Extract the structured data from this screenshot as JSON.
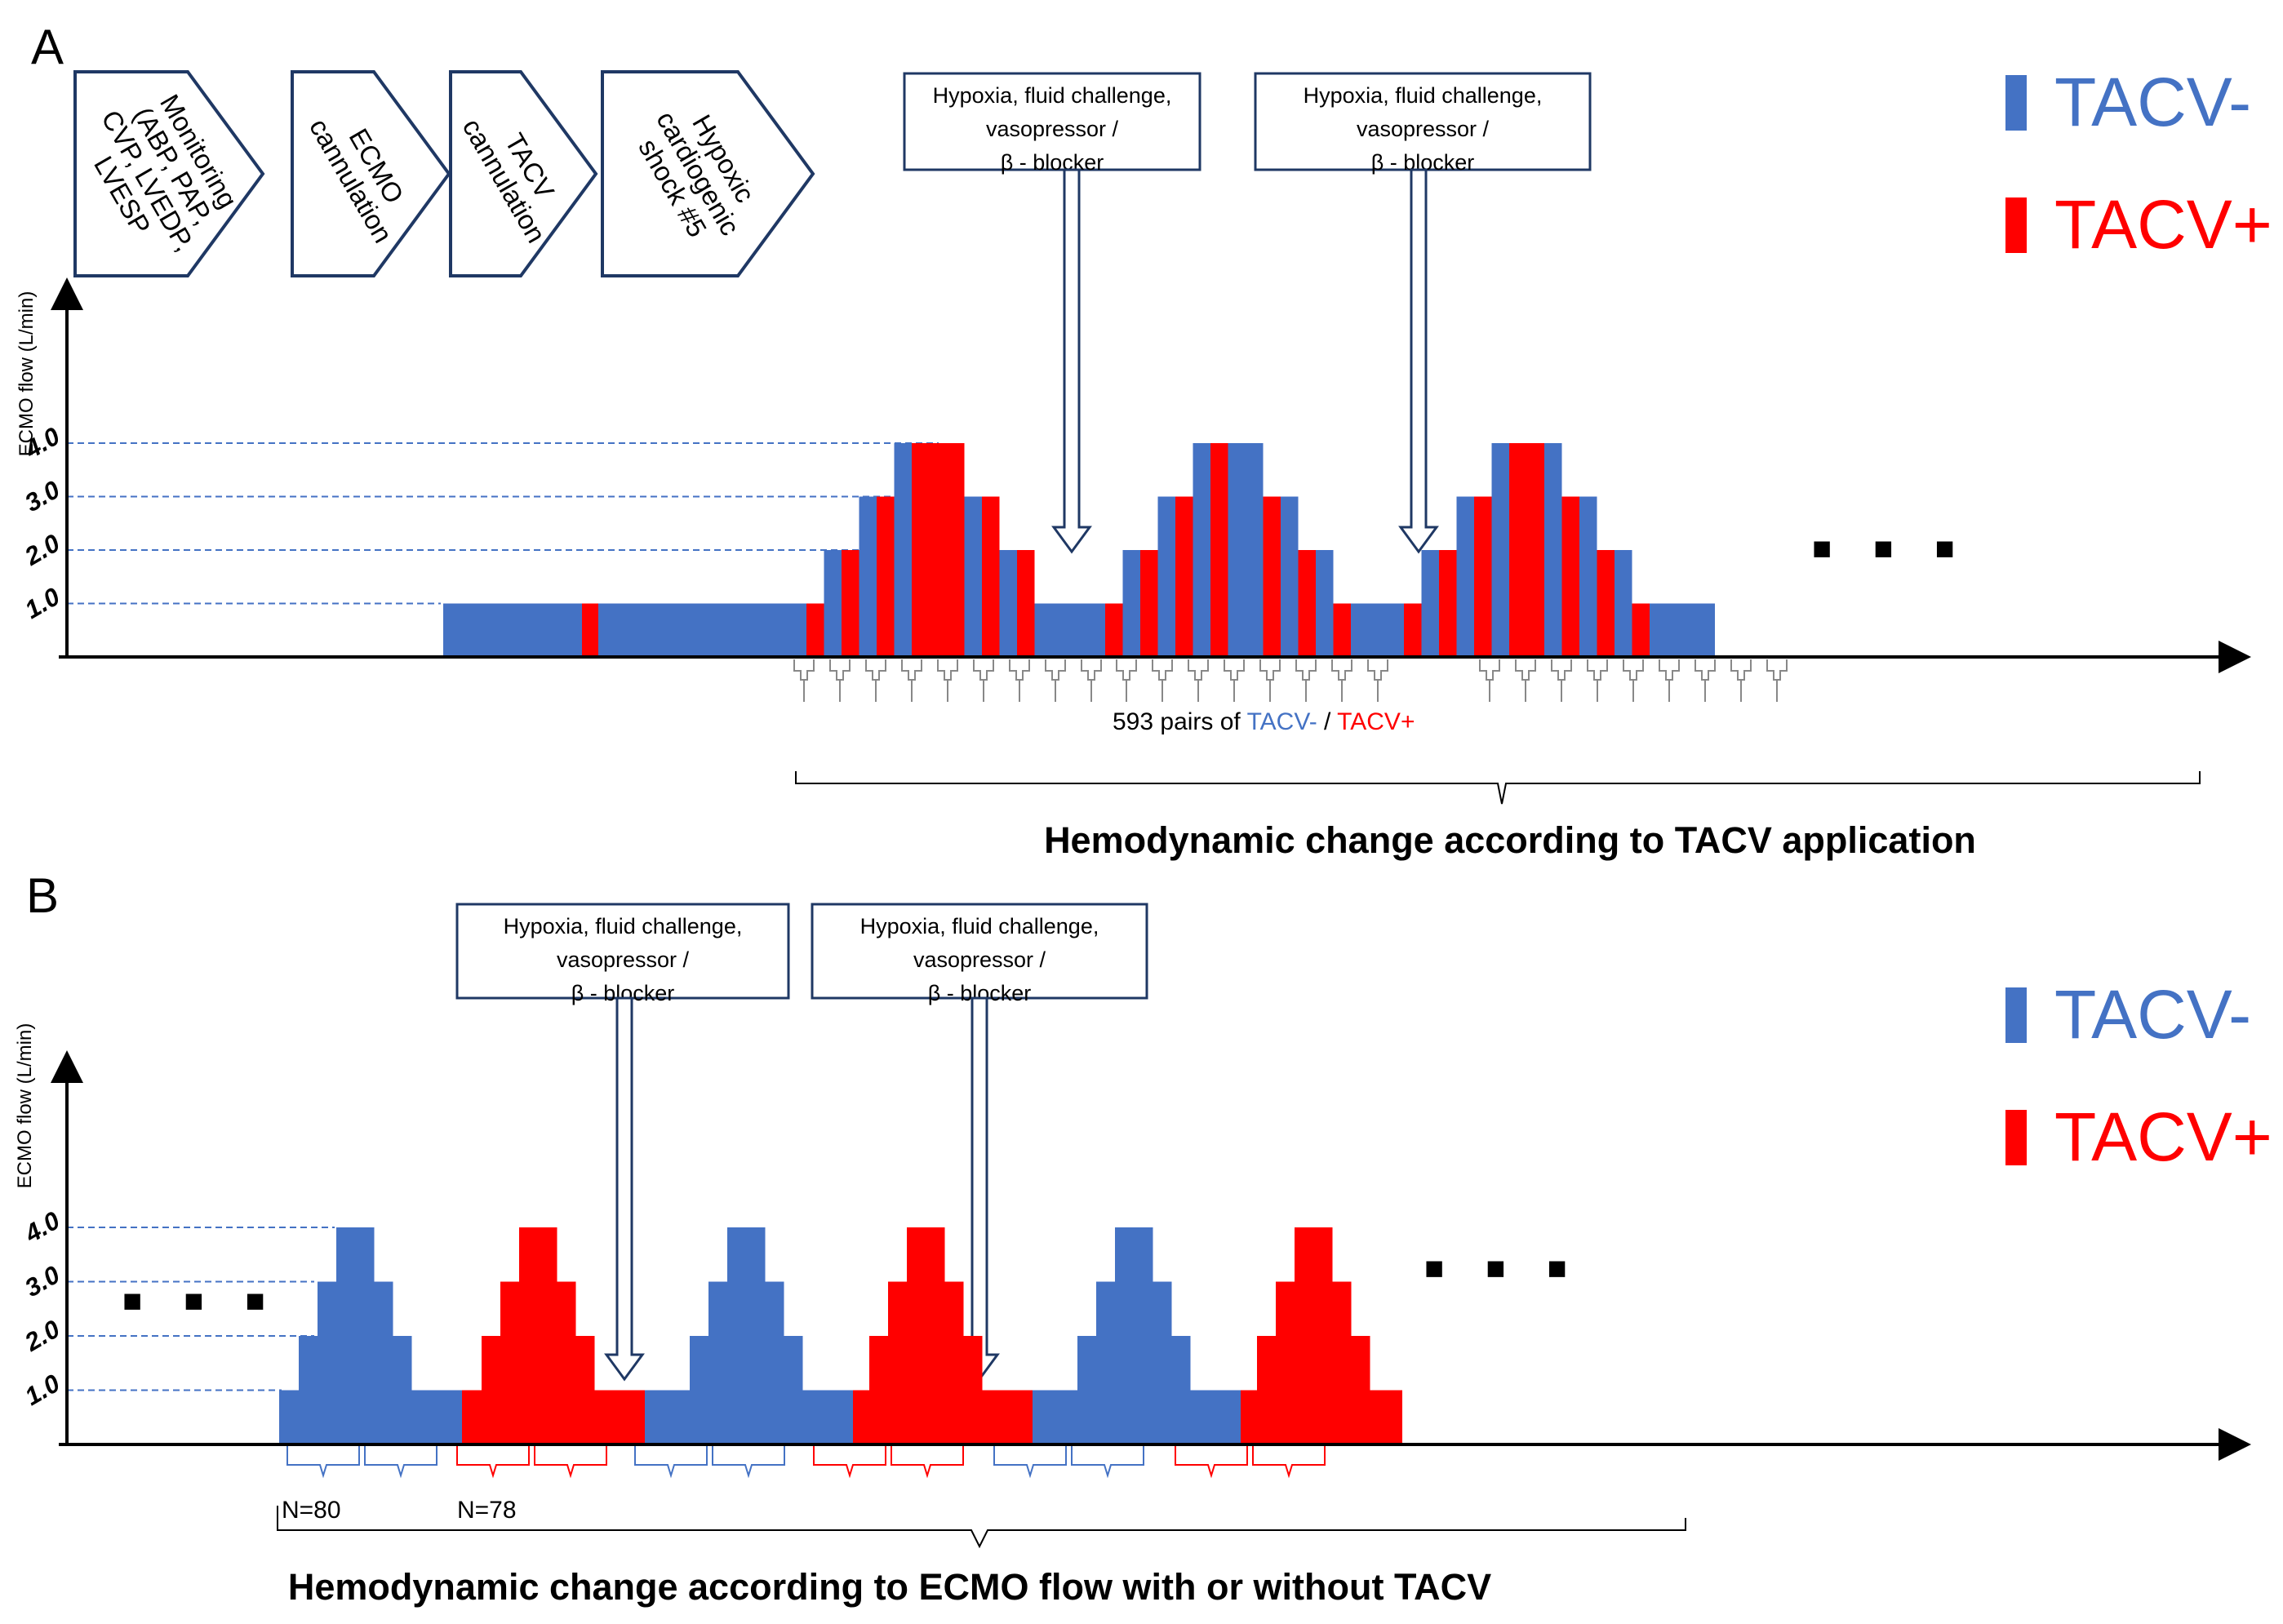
{
  "colors": {
    "tacv_minus": "#4472C4",
    "tacv_plus": "#FF0000",
    "axis": "#000000",
    "gridline": "#4472C4"
  },
  "panel_a": {
    "letter": "A",
    "y_axis_label": "ECMO flow (L/min)",
    "y_ticks": [
      "1.0",
      "2.0",
      "3.0",
      "4.0"
    ],
    "steps": [
      {
        "lines": [
          "Monitoring",
          "(ABP, PAP,",
          "CVP, LVEDP,",
          "LVESP"
        ]
      },
      {
        "lines": [
          "ECMO",
          "cannulation"
        ]
      },
      {
        "lines": [
          "TACV",
          "cannulation"
        ]
      },
      {
        "lines": [
          "Hypoxic",
          "cardiogenic",
          "shock #5"
        ]
      }
    ],
    "intervention_boxes": [
      {
        "lines": [
          "Hypoxia, fluid challenge,",
          "vasopressor /",
          "β - blocker"
        ]
      },
      {
        "lines": [
          "Hypoxia, fluid challenge,",
          "vasopressor /",
          "β - blocker"
        ]
      }
    ],
    "legend": [
      {
        "label": "TACV-",
        "key": "tacv_minus"
      },
      {
        "label": "TACV+",
        "key": "tacv_plus"
      }
    ],
    "pairs_label": {
      "prefix": "593 pairs of ",
      "minus": "TACV-",
      "sep": " / ",
      "plus": "TACV+"
    },
    "continuation": "■ ■ ■",
    "title": "Hemodynamic change according to TACV application"
  },
  "panel_b": {
    "letter": "B",
    "y_axis_label": "ECMO flow (L/min)",
    "y_ticks": [
      "1.0",
      "2.0",
      "3.0",
      "4.0"
    ],
    "intervention_boxes": [
      {
        "lines": [
          "Hypoxia, fluid challenge,",
          "vasopressor /",
          "β - blocker"
        ]
      },
      {
        "lines": [
          "Hypoxia, fluid challenge,",
          "vasopressor /",
          "β - blocker"
        ]
      }
    ],
    "legend": [
      {
        "label": "TACV-",
        "key": "tacv_minus"
      },
      {
        "label": "TACV+",
        "key": "tacv_plus"
      }
    ],
    "n_labels": {
      "minus": "N=80",
      "plus": "N=78"
    },
    "continuation_left": "■ ■ ■",
    "continuation_right": "■ ■ ■",
    "title": "Hemodynamic change according to ECMO flow with or without TACV"
  },
  "chart_data": [
    {
      "type": "bar",
      "panel": "A",
      "ylabel": "ECMO flow (L/min)",
      "yticks": [
        1.0,
        2.0,
        3.0,
        4.0
      ],
      "description_of_pattern": "baseline then repeated stepped cycles of ECMO flow, each flow step split into alternating TACV- / TACV+ periods",
      "cycles": 3,
      "cycle_flow_sequence": [
        1.0,
        2.0,
        3.0,
        4.0,
        3.0,
        2.0,
        1.0
      ],
      "series": [
        {
          "name": "TACV-"
        },
        {
          "name": "TACV+"
        }
      ]
    },
    {
      "type": "bar",
      "panel": "B",
      "ylabel": "ECMO flow (L/min)",
      "yticks": [
        1.0,
        2.0,
        3.0,
        4.0
      ],
      "cycle_flow_sequence": [
        1.0,
        2.0,
        3.0,
        4.0,
        3.0,
        2.0,
        1.0
      ],
      "blocks": [
        "TACV-",
        "TACV+",
        "TACV-",
        "TACV+",
        "TACV-",
        "TACV+"
      ],
      "series": [
        {
          "name": "TACV-"
        },
        {
          "name": "TACV+"
        }
      ]
    }
  ]
}
